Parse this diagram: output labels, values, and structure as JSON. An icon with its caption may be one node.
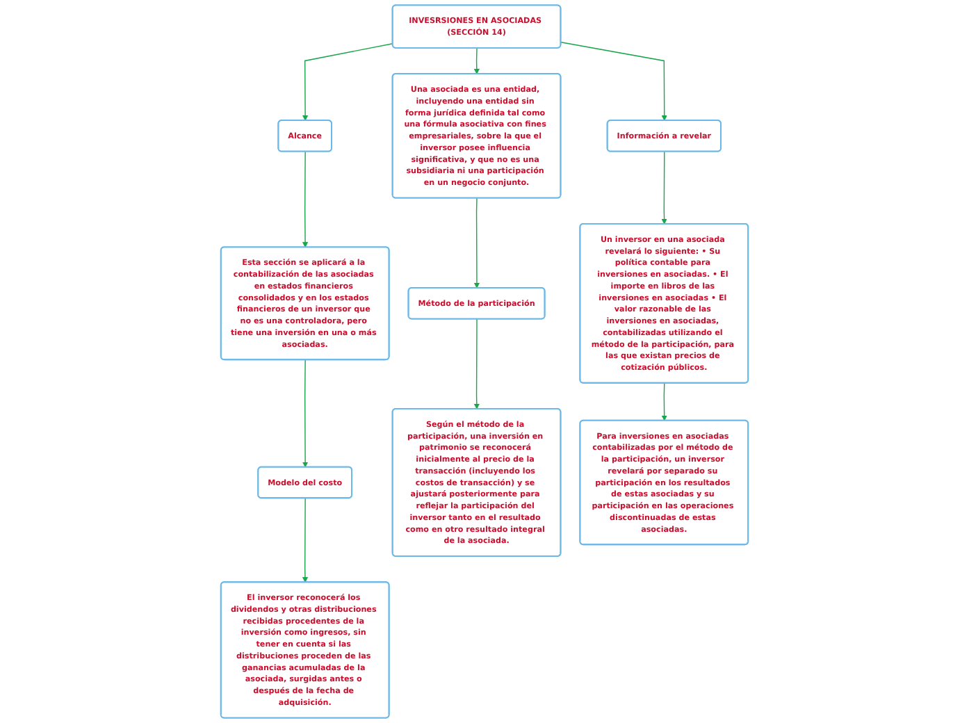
{
  "diagram": {
    "nodes": [
      {
        "text": [
          "INVESRSIONES EN ASOCIADAS (SECCIÓN 14)"
        ]
      },
      {
        "text": [
          "Alcance"
        ]
      },
      {
        "text": [
          "Información a revelar"
        ]
      },
      {
        "text": [
          "Esta sección se aplicará a la contabilización de las asociadas en estados financieros consolidados y en los estados financieros de un inversor que no es una controladora, pero tiene una inversión en una o más asociadas."
        ]
      },
      {
        "text": [
          "Una asociada es una entidad, incluyendo una entidad sin forma jurídica definida tal como una fórmula asociativa con fines empresariales, sobre la que el inversor posee influencia significativa, y que no es una subsidiaria ni una participación en un negocio conjunto."
        ]
      },
      {
        "text": [
          "Un inversor en una asociada revelará lo siguiente: • Su política contable para inversiones en asociadas. • El importe en libros de las inversiones en asociadas • El valor razonable de las inversiones en asociadas, contabilizadas utilizando el método de la participación, para las que existan precios de cotización públicos."
        ]
      },
      {
        "text": [
          "Modelo del costo"
        ]
      },
      {
        "text": [
          "Método de la participación"
        ]
      },
      {
        "text": [
          "El inversor reconocerá los dividendos y otras distribuciones recibidas procedentes de la inversión como ingresos, sin tener en cuenta si las distribuciones proceden de las ganancias acumuladas de la asociada, surgidas antes o después de la fecha de adquisición."
        ]
      },
      {
        "text": [
          "Según el método de la participación, una inversión en patrimonio se reconocerá inicialmente al precio de la transacción (incluyendo los costos de transacción) y se ajustará posteriormente para reflejar la participación del inversor tanto en el resultado como en otro resultado integral de la asociada."
        ]
      },
      {
        "text": [
          "Para inversiones en asociadas contabilizadas por el método de la participación, un inversor revelará por separado su participación en los resultados de estas asociadas y su participación en las operaciones discontinuadas de estas asociadas."
        ]
      }
    ],
    "edges": [
      {
        "from": 0,
        "to": 1,
        "arrow": "to"
      },
      {
        "from": 0,
        "to": 4,
        "arrow": "to"
      },
      {
        "from": 0,
        "to": 2,
        "arrow": "to"
      },
      {
        "from": 1,
        "to": 3,
        "arrow": "to"
      },
      {
        "from": 2,
        "to": 5,
        "arrow": "to"
      },
      {
        "from": 3,
        "to": 6,
        "arrow": "to"
      },
      {
        "from": 4,
        "to": 7,
        "arrow": "to"
      },
      {
        "from": 5,
        "to": 10,
        "arrow": "to"
      },
      {
        "from": 6,
        "to": 8,
        "arrow": "to"
      },
      {
        "from": 7,
        "to": 9,
        "arrow": "to"
      }
    ]
  }
}
